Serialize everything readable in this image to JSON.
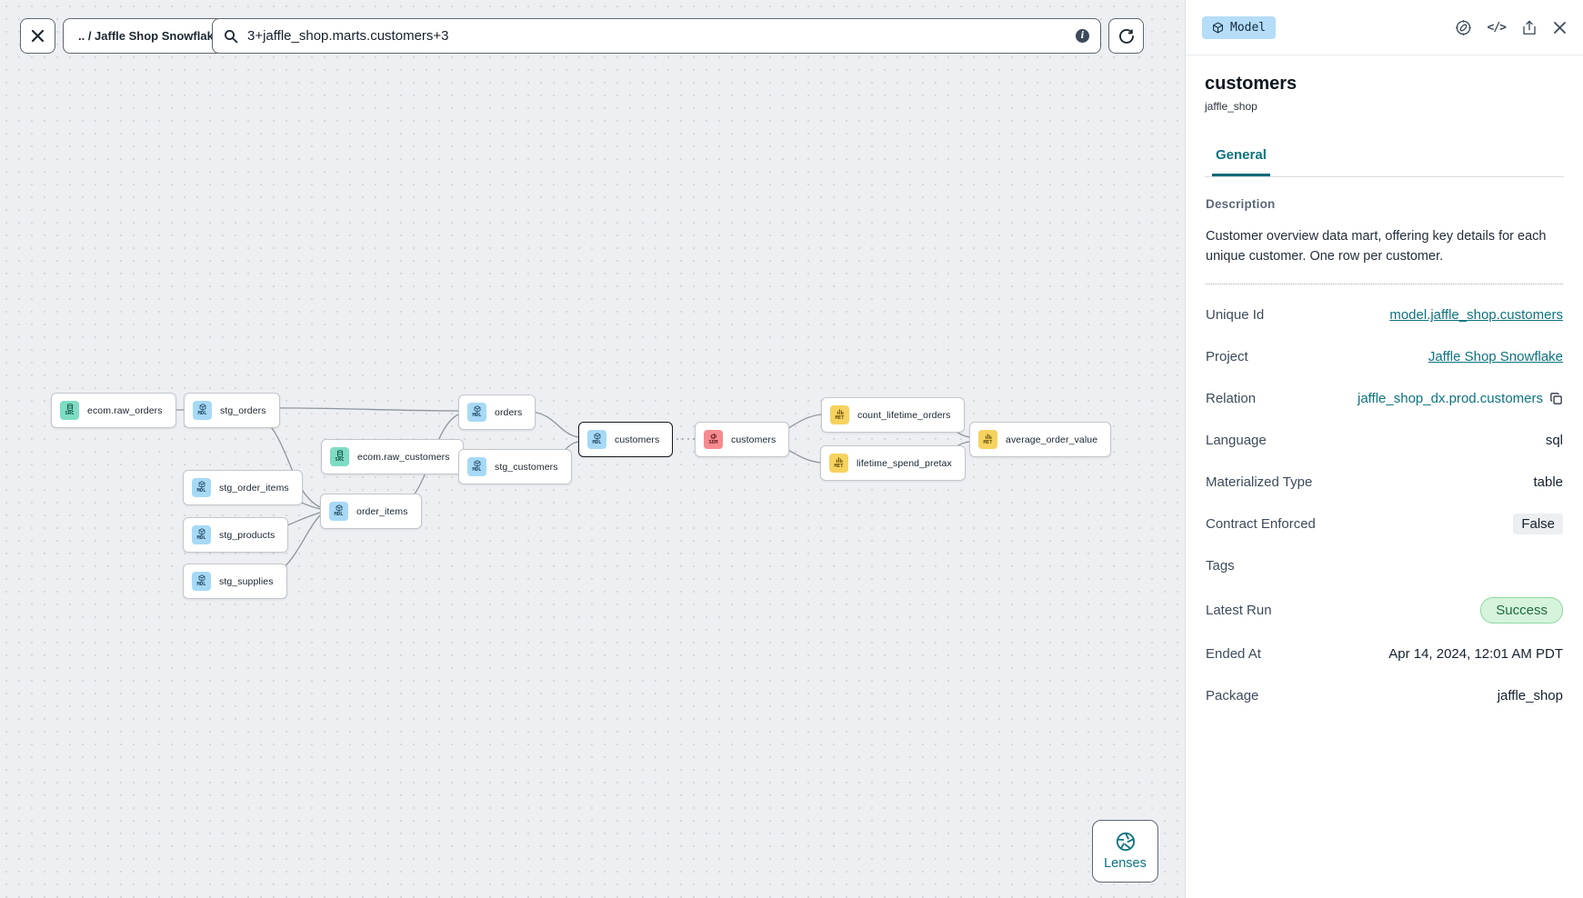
{
  "toolbar": {
    "breadcrumb": ".. / Jaffle Shop Snowflake",
    "search_value": "3+jaffle_shop.marts.customers+3"
  },
  "icons": {
    "code_icon": "</>"
  },
  "lenses": {
    "label": "Lenses"
  },
  "panel": {
    "type_badge": "Model",
    "title": "customers",
    "subtitle": "jaffle_shop",
    "tabs": [
      {
        "label": "General"
      }
    ],
    "description_label": "Description",
    "description": "Customer overview data mart, offering key details for each unique customer. One row per customer.",
    "fields": [
      {
        "label": "Unique Id",
        "value": "model.jaffle_shop.customers",
        "type": "link"
      },
      {
        "label": "Project",
        "value": "Jaffle Shop Snowflake",
        "type": "link"
      },
      {
        "label": "Relation",
        "value": "jaffle_shop_dx.prod.customers",
        "type": "copyable"
      },
      {
        "label": "Language",
        "value": "sql",
        "type": "text"
      },
      {
        "label": "Materialized Type",
        "value": "table",
        "type": "text"
      },
      {
        "label": "Contract Enforced",
        "value": "False",
        "type": "chip"
      },
      {
        "label": "Tags",
        "value": "",
        "type": "text"
      },
      {
        "label": "Latest Run",
        "value": "Success",
        "type": "status-badge"
      },
      {
        "label": "Ended At",
        "value": "Apr 14, 2024, 12:01 AM PDT",
        "type": "text"
      },
      {
        "label": "Package",
        "value": "jaffle_shop",
        "type": "text"
      }
    ]
  },
  "graph": {
    "nodes": [
      {
        "label": "ecom.raw_orders",
        "badge": "SRC",
        "type": "source"
      },
      {
        "label": "stg_orders",
        "badge": "MDL",
        "type": "model"
      },
      {
        "label": "stg_order_items",
        "badge": "MDL",
        "type": "model"
      },
      {
        "label": "stg_products",
        "badge": "MDL",
        "type": "model"
      },
      {
        "label": "stg_supplies",
        "badge": "MDL",
        "type": "model"
      },
      {
        "label": "ecom.raw_customers",
        "badge": "SRC",
        "type": "source"
      },
      {
        "label": "order_items",
        "badge": "MDL",
        "type": "model"
      },
      {
        "label": "orders",
        "badge": "MDL",
        "type": "model"
      },
      {
        "label": "stg_customers",
        "badge": "MDL",
        "type": "model"
      },
      {
        "label": "customers",
        "badge": "MDL",
        "type": "model",
        "selected": true
      },
      {
        "label": "customers",
        "badge": "SEM",
        "type": "semantic-model"
      },
      {
        "label": "count_lifetime_orders",
        "badge": "MET",
        "type": "metric"
      },
      {
        "label": "lifetime_spend_pretax",
        "badge": "MET",
        "type": "metric"
      },
      {
        "label": "average_order_value",
        "badge": "MET",
        "type": "metric"
      }
    ]
  },
  "colors": {
    "accent_teal": "#0c7380",
    "source_badge": "#7edcc4",
    "model_badge": "#a7d9f6",
    "semantic_badge": "#f58b90",
    "metric_badge": "#f6d35f",
    "success_bg": "#d6f3dc",
    "success_text": "#1c6b3f",
    "model_tag_bg": "#b5ddf8"
  }
}
